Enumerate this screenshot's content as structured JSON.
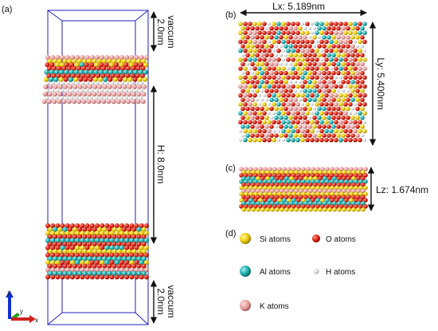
{
  "panels": {
    "a": "(a)",
    "b": "(b)",
    "c": "(c)",
    "d": "(d)"
  },
  "annotations": {
    "vaccum_top": "vaccum",
    "vaccum_top_value": "2.0nm",
    "gap_height": "H: 8.0nm",
    "vaccum_bottom": "vaccum",
    "vaccum_bottom_value": "2.0nm",
    "lx": "Lx: 5.189nm",
    "ly": "Ly: 5.400nm",
    "lz": "Lz: 1.674nm"
  },
  "axes": {
    "z": "z",
    "y": "y",
    "x": "x"
  },
  "legend": [
    {
      "label": "Si atoms",
      "color": "#f0d000"
    },
    {
      "label": "O atoms",
      "color": "#e02010"
    },
    {
      "label": "Al atoms",
      "color": "#20b0b0"
    },
    {
      "label": "H atoms",
      "color": "#e6e6e6"
    },
    {
      "label": "K atoms",
      "color": "#f0a0a0"
    }
  ],
  "colors": {
    "box": "#2020c0",
    "si": "#f0d000",
    "o": "#e02010",
    "al": "#20b0b0",
    "h": "#e6e6e6",
    "k": "#f0a0a0"
  }
}
